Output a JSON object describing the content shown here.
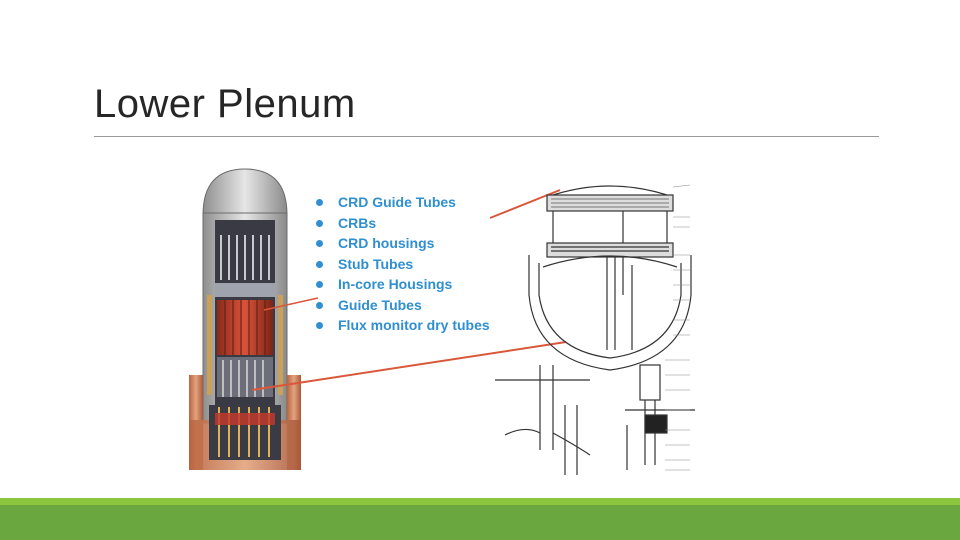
{
  "slide": {
    "title": "Lower Plenum"
  },
  "bullets": [
    "CRD Guide Tubes",
    "CRBs",
    "CRD housings",
    "Stub Tubes",
    "In-core Housings",
    "Guide Tubes",
    "Flux monitor dry tubes"
  ],
  "colors": {
    "accent_bullet": "#2f8fd0",
    "callout_line": "#d9573a",
    "footer": "#6aa83f"
  },
  "images": {
    "left": "reactor-vessel-cutaway-illustration",
    "right": "reactor-lower-plenum-schematic-diagram"
  }
}
